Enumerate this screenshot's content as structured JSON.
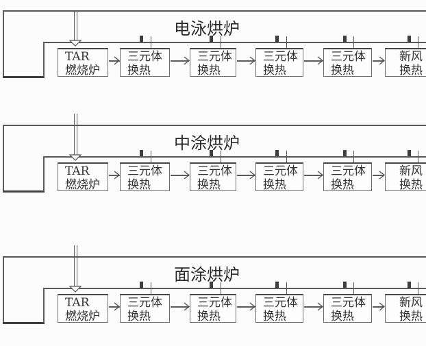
{
  "page": {
    "background": "#fcfcfc",
    "line_color": "#585858",
    "text_color": "#333333"
  },
  "sections": [
    {
      "title": "电泳烘炉",
      "boxes": [
        {
          "line1": "TAR",
          "line2": "燃烧炉"
        },
        {
          "line1": "三元体",
          "line2": "换热"
        },
        {
          "line1": "三元体",
          "line2": "换热"
        },
        {
          "line1": "三元体",
          "line2": "换热"
        },
        {
          "line1": "三元体",
          "line2": "换热"
        },
        {
          "line1": "新风",
          "line2": "换热"
        }
      ]
    },
    {
      "title": "中涂烘炉",
      "boxes": [
        {
          "line1": "TAR",
          "line2": "燃烧炉"
        },
        {
          "line1": "三元体",
          "line2": "换热"
        },
        {
          "line1": "三元体",
          "line2": "换热"
        },
        {
          "line1": "三元体",
          "line2": "换热"
        },
        {
          "line1": "三元体",
          "line2": "换热"
        },
        {
          "line1": "新风",
          "line2": "换热"
        }
      ]
    },
    {
      "title": "面涂烘炉",
      "boxes": [
        {
          "line1": "TAR",
          "line2": "燃烧炉"
        },
        {
          "line1": "三元体",
          "line2": "换热"
        },
        {
          "line1": "三元体",
          "line2": "换热"
        },
        {
          "line1": "三元体",
          "line2": "换热"
        },
        {
          "line1": "三元体",
          "line2": "换热"
        },
        {
          "line1": "新风",
          "line2": "换热"
        }
      ]
    }
  ]
}
